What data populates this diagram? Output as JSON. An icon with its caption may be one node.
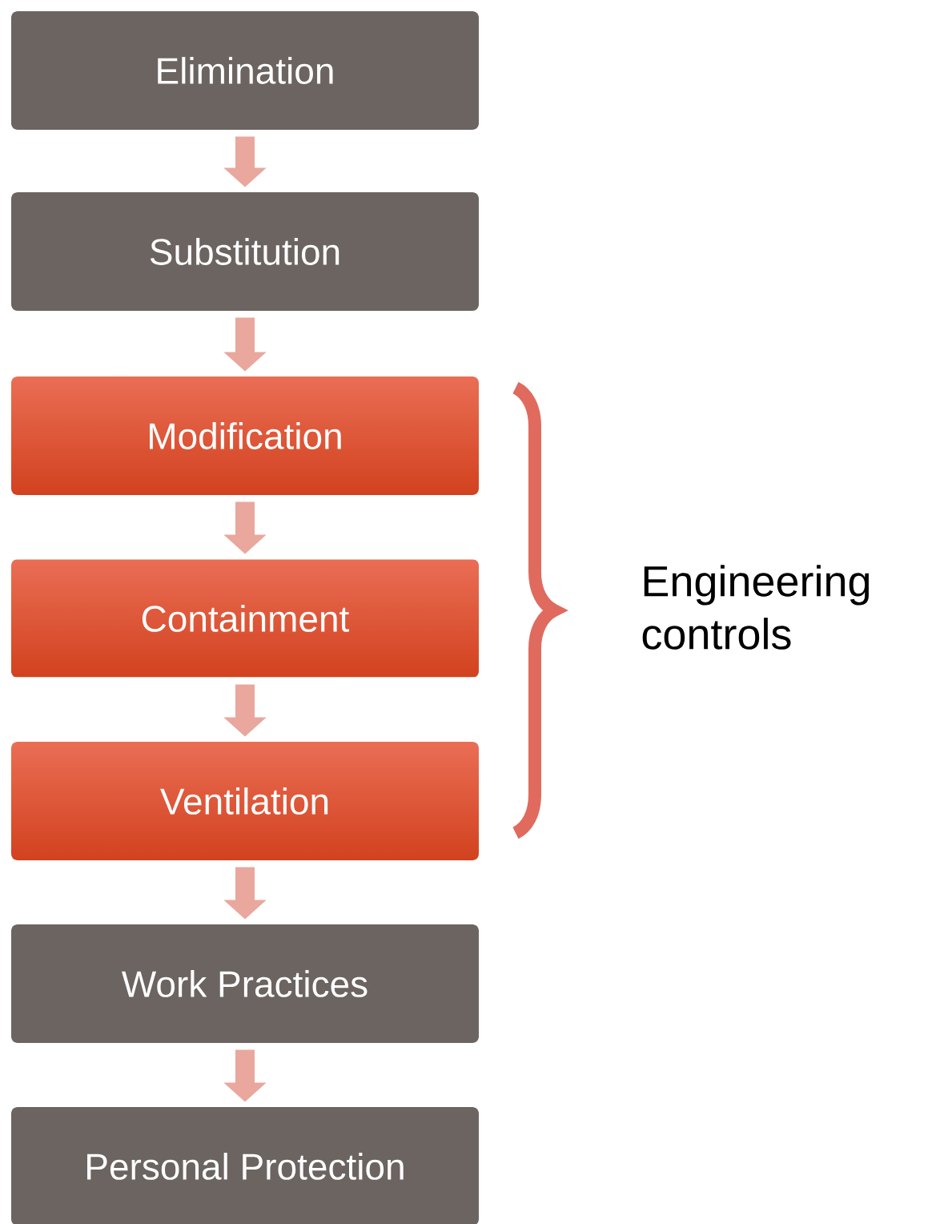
{
  "diagram": {
    "nodes": [
      {
        "text": [
          "Elimination"
        ]
      },
      {
        "text": [
          "Substitution"
        ]
      },
      {
        "text": [
          "Modification"
        ]
      },
      {
        "text": [
          "Containment"
        ]
      },
      {
        "text": [
          "Ventilation"
        ]
      },
      {
        "text": [
          "Work Practices"
        ]
      },
      {
        "text": [
          "Personal Protection"
        ]
      }
    ],
    "edges": [
      {
        "from": 0,
        "to": 1,
        "arrow": "to"
      },
      {
        "from": 1,
        "to": 2,
        "arrow": "to"
      },
      {
        "from": 2,
        "to": 3,
        "arrow": "to"
      },
      {
        "from": 3,
        "to": 4,
        "arrow": "to"
      },
      {
        "from": 4,
        "to": 5,
        "arrow": "to"
      },
      {
        "from": 5,
        "to": 6,
        "arrow": "to"
      }
    ],
    "labels": [
      "Engineering controls"
    ]
  }
}
